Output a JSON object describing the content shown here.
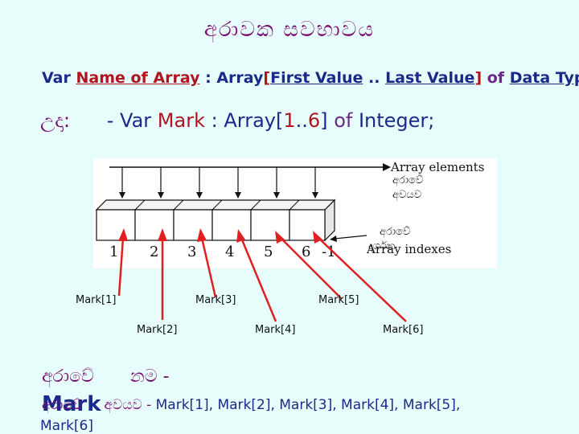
{
  "title": "අරාවක සවභාවය",
  "syntax": {
    "var": "Var",
    "name": "Name of Array",
    "colon_array": ": Array",
    "open_bracket": "[",
    "first": "First Value",
    "dots": "..",
    "last": "Last Value",
    "close_bracket": "]",
    "of": "of",
    "data_type": "Data Type"
  },
  "example": {
    "label": "උදා:",
    "dash": "-",
    "var": "Var",
    "mark": "Mark",
    "colon_array": ": Array[",
    "first": "1",
    "dots": "..",
    "last": "6",
    "close": "]",
    "of": "of",
    "type": "Integer;"
  },
  "diagram": {
    "elements_en": "Array elements",
    "elements_si_1": "අරාවේ",
    "elements_si_2": "අවයව",
    "indexes_si_1": "අරාවේ",
    "indexes_en": "Array indexes",
    "indexes_si_2": "දර්ශක",
    "indexes": [
      "1",
      "2",
      "3",
      "4",
      "5",
      "6",
      "-1"
    ]
  },
  "mark_labels": [
    "Mark[1]",
    "Mark[2]",
    "Mark[3]",
    "Mark[4]",
    "Mark[5]",
    "Mark[6]"
  ],
  "bottom": {
    "name_label": "අරාවේ",
    "name_word": "නම -",
    "mark_big": "Mark",
    "elements_label_a": "අරාවේ",
    "elements_label_b": "අවයව -",
    "elements_list": "Mark[1], Mark[2], Mark[3], Mark[4], Mark[5],",
    "elements_last": "Mark[6]"
  },
  "colors": {
    "arrow": "#e02020",
    "title": "#7a0b6e",
    "text": "#1a2a8a"
  }
}
